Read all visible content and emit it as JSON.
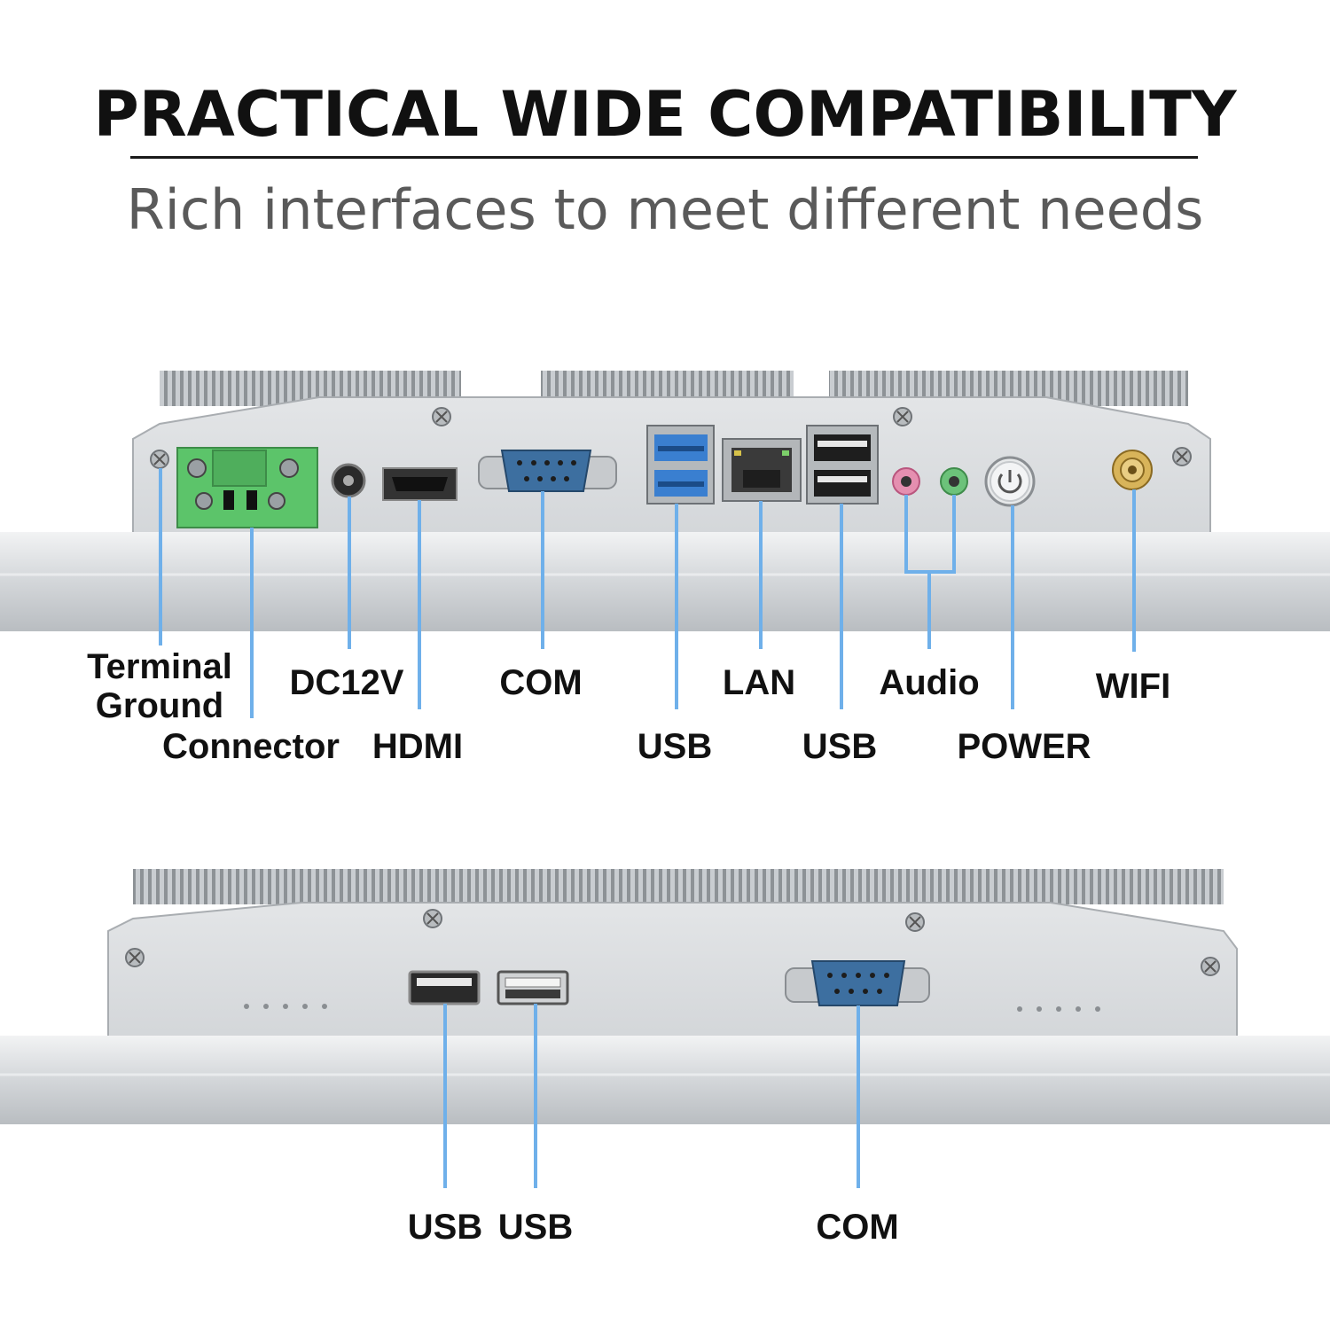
{
  "title": "PRACTICAL WIDE COMPATIBILITY",
  "subtitle": "Rich interfaces to meet different needs",
  "top_panel": {
    "labels": {
      "terminal_ground_line1": "Terminal",
      "terminal_ground_line2": "Ground",
      "connector": "Connector",
      "dc12v": "DC12V",
      "hdmi": "HDMI",
      "com": "COM",
      "usb_left": "USB",
      "lan": "LAN",
      "usb_right": "USB",
      "audio": "Audio",
      "power": "POWER",
      "wifi": "WIFI"
    }
  },
  "bottom_panel": {
    "labels": {
      "usb_1": "USB",
      "usb_2": "USB",
      "com": "COM"
    }
  },
  "colors": {
    "leader_line": "#6fb0ea",
    "chassis": "#d9dcdf",
    "terminal_block": "#5cc46a",
    "usb3_blue": "#3a7fd0",
    "com_blue": "#3d6fa0",
    "audio_pink": "#e58fb0",
    "audio_green": "#6cc27a"
  }
}
